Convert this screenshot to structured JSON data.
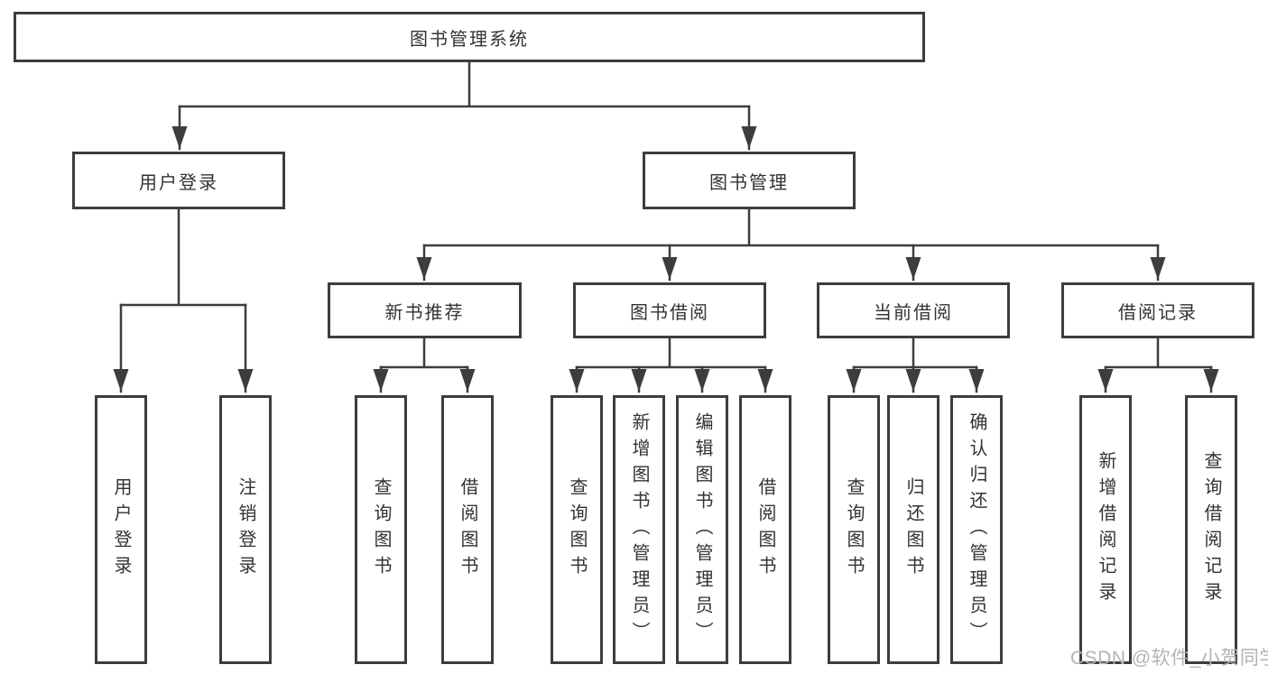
{
  "tree": {
    "root": "图书管理系统",
    "children": [
      {
        "label": "用户登录",
        "children": [
          {
            "label": "用户登录"
          },
          {
            "label": "注销登录"
          }
        ]
      },
      {
        "label": "图书管理",
        "children": [
          {
            "label": "新书推荐",
            "children": [
              {
                "label": "查询图书"
              },
              {
                "label": "借阅图书"
              }
            ]
          },
          {
            "label": "图书借阅",
            "children": [
              {
                "label": "查询图书"
              },
              {
                "label": "新增图书（管理员）"
              },
              {
                "label": "编辑图书（管理员）"
              },
              {
                "label": "借阅图书"
              }
            ]
          },
          {
            "label": "当前借阅",
            "children": [
              {
                "label": "查询图书"
              },
              {
                "label": "归还图书"
              },
              {
                "label": "确认归还（管理员）"
              }
            ]
          },
          {
            "label": "借阅记录",
            "children": [
              {
                "label": "新增借阅记录"
              },
              {
                "label": "查询借阅记录"
              }
            ]
          }
        ]
      }
    ]
  },
  "watermark": {
    "text": "CSDN @软件_小贺同学"
  },
  "colors": {
    "line": "#3d3d3d",
    "box_border": "#3d3d3d",
    "text": "#333333",
    "watermark": "#b3b3b3",
    "background": "#ffffff"
  }
}
